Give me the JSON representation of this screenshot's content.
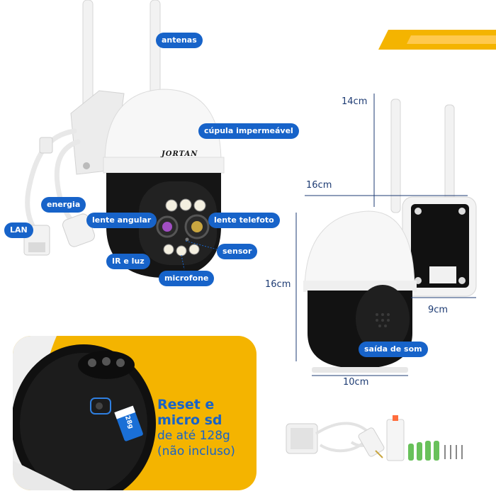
{
  "labels": {
    "antennas": "antenas",
    "dome": "cúpula impermeável",
    "power": "energia",
    "lan": "LAN",
    "wide_lens": "lente angular",
    "tele_lens": "lente telefoto",
    "sensor": "sensor",
    "ir_light": "IR e luz",
    "microphone": "microfone",
    "speaker": "saída de som"
  },
  "brand": "JORTAN",
  "dimensions": {
    "antenna_height": "14cm",
    "width_top": "16cm",
    "height": "16cm",
    "depth": "9cm",
    "base_width": "10cm"
  },
  "sd_card": {
    "line1": "Reset e",
    "line2": "micro sd",
    "line3": "de até 128g",
    "line4": "(não incluso)",
    "card_label": "128g"
  },
  "colors": {
    "accent_blue": "#1763c9",
    "accent_yellow": "#f4b400",
    "dimension_line": "#1d3b73"
  }
}
